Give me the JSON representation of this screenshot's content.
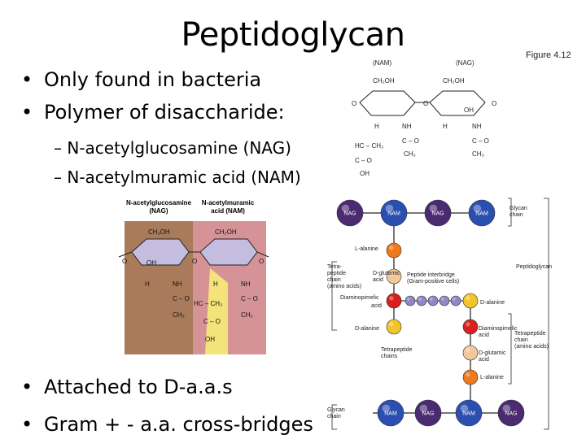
{
  "title": "Peptidoglycan",
  "figure_label": "Figure 4.12",
  "bullets_top": [
    "Only found in bacteria",
    "Polymer of disaccharide:"
  ],
  "sub_bullets": [
    "N-acetylglucosamine (NAG)",
    "N-acetylmuramic acid (NAM)"
  ],
  "bullets_bottom": [
    "Attached to D-a.a.s",
    "Gram + - a.a. cross-bridges"
  ],
  "colored_structure": {
    "header_nag": [
      "N-acetylglucosamine",
      "(NAG)"
    ],
    "header_nam": [
      "N-acetylmuramic",
      "acid (NAM)"
    ],
    "labels": {
      "ch2oh": "CH₂OH",
      "h": "H",
      "oh": "OH",
      "o": "O",
      "nh": "NH",
      "c": "C",
      "ch3": "CH₃",
      "hc_ch3": "HC – CH₃",
      "c_eq_o": "C – O"
    },
    "colors": {
      "nag_bg": "#a97b5a",
      "nam_bg": "#d59398",
      "ring": "#c4bde0",
      "lactyl": "#f3e37a"
    }
  },
  "structure_top": {
    "label_nam": "(NAM)",
    "label_nag": "(NAG)",
    "ch2oh": "CH₂OH",
    "h": "H",
    "o": "O",
    "oh": "OH",
    "nh": "NH",
    "hc_ch3": "HC – CH₃",
    "c_eq_o": "C – O",
    "ch3": "CH₃"
  },
  "diagram": {
    "glycan_top": [
      "NAG",
      "NAM",
      "NAG",
      "NAM"
    ],
    "glycan_bottom": [
      "NAM",
      "NAG",
      "NAM",
      "NAG"
    ],
    "glycan_chain_label": [
      "Glycan",
      "chain"
    ],
    "peptidoglycan_label": "Peptidoglycan",
    "left_labels": {
      "l_alanine": "L-alanine",
      "tetrapeptide": [
        "Tetra-",
        "peptide",
        "chain",
        "(amino acids)"
      ],
      "d_glutamic": [
        "D-glutamic",
        "acid"
      ],
      "peptide_bridge": [
        "Peptide interbridge",
        "(Gram-positive cells)"
      ],
      "diaminopimelic": [
        "Diaminopimelic",
        "acid"
      ],
      "d_alanine": "D-alanine",
      "tetrapeptide_chains": [
        "Tetrapeptide",
        "chains"
      ],
      "glycan_chain_bottom": [
        "Glycan",
        "chain"
      ]
    },
    "right_labels": {
      "d_alanine": "D-alanine",
      "diaminopimelic": [
        "Diaminopimelic",
        "acid"
      ],
      "tetrapeptide": [
        "Tetrapeptide",
        "chain",
        "(amino acids)"
      ],
      "d_glutamic": [
        "D-glutamic",
        "acid"
      ],
      "l_alanine": "L-alanine"
    },
    "colors": {
      "nag": "#4a2a70",
      "nam": "#2b4fb0",
      "l_alanine": "#ee7a1c",
      "d_glutamic": "#f2c79a",
      "diaminopimelic": "#d8201c",
      "d_alanine": "#f3c42a",
      "bridge": "#8e88c4"
    }
  }
}
